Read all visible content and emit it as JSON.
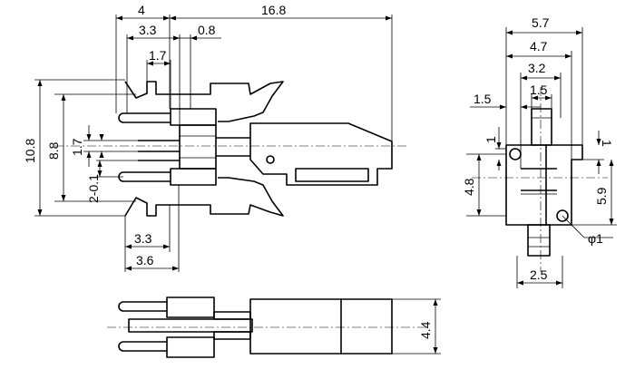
{
  "dimensions": {
    "side_total_length": "16.8",
    "side_pin_length": "4",
    "side_pin_to_body": "3.3",
    "side_gap": "0.8",
    "side_pin_offset": "1.7",
    "side_total_height": "10.8",
    "side_height_inner": "8.8",
    "side_lead_pitch": "1.7",
    "side_lead_offset": "2-0.1",
    "side_bottom_a": "3.3",
    "side_bottom_b": "3.6",
    "front_width": "5.7",
    "front_inner_width": "4.7",
    "front_actuator_width": "3.2",
    "front_actuator_inner": "1.5",
    "front_left_offset": "1.5",
    "front_small_left": "1",
    "front_small_right": "1",
    "front_height": "4.8",
    "front_total_height": "5.9",
    "front_hole_dia": "φ1",
    "front_bottom_width": "2.5",
    "bottom_height": "4.4"
  }
}
